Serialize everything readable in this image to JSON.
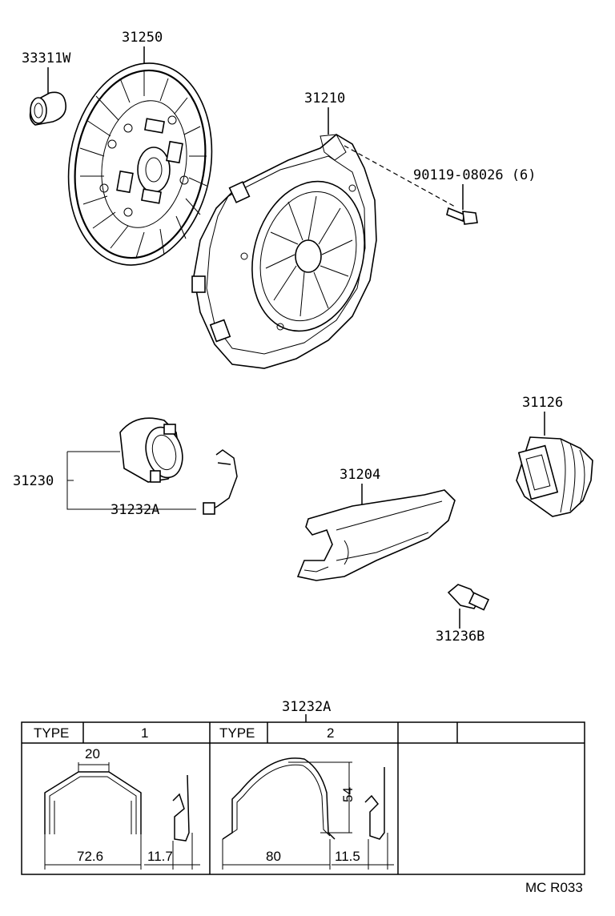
{
  "parts": {
    "bearing_pilot": "33311W",
    "clutch_disc": "31250",
    "clutch_cover": "31210",
    "bolt": "90119-08026 (6)",
    "release_bearing": "31230",
    "clip": "31232A",
    "release_fork": "31204",
    "boot": "31126",
    "pivot_stud": "31236B"
  },
  "table": {
    "title": "31232A",
    "type_label_1": "TYPE",
    "type_value_1": "1",
    "type_label_2": "TYPE",
    "type_value_2": "2",
    "type1_dims": {
      "top": "20",
      "width": "72.6",
      "thickness": "11.7"
    },
    "type2_dims": {
      "height": "54",
      "width": "80",
      "thickness": "11.5"
    }
  },
  "footer": {
    "code": "MC R033"
  }
}
